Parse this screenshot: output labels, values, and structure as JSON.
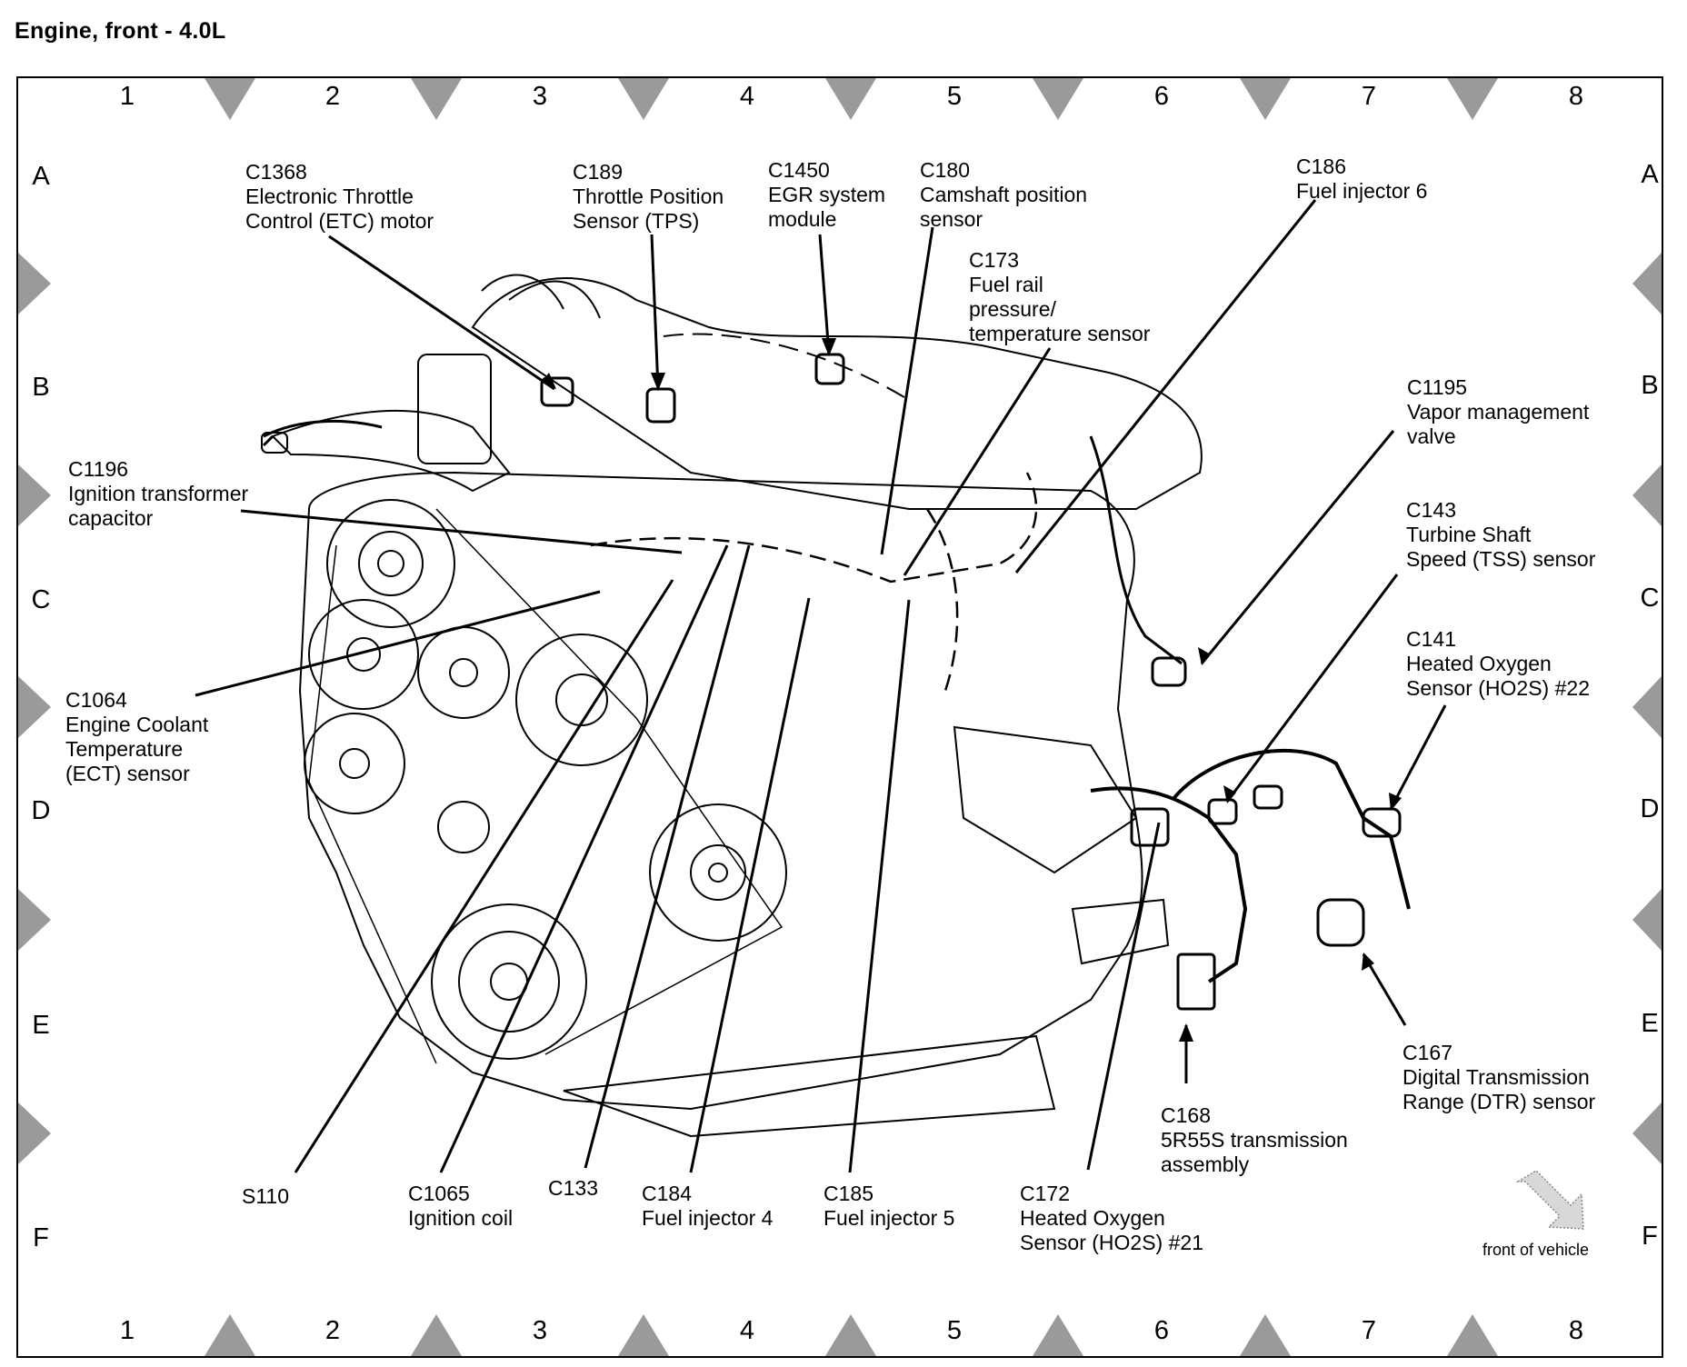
{
  "title": "Engine, front - 4.0L",
  "grid": {
    "columns": [
      "1",
      "2",
      "3",
      "4",
      "5",
      "6",
      "7",
      "8"
    ],
    "rows": [
      "A",
      "B",
      "C",
      "D",
      "E",
      "F"
    ]
  },
  "callouts": {
    "c1368": {
      "id": "C1368",
      "lines": [
        "Electronic Throttle",
        "Control (ETC) motor"
      ]
    },
    "c189": {
      "id": "C189",
      "lines": [
        "Throttle Position",
        "Sensor (TPS)"
      ]
    },
    "c1450": {
      "id": "C1450",
      "lines": [
        "EGR system",
        "module"
      ]
    },
    "c180": {
      "id": "C180",
      "lines": [
        "Camshaft position",
        "sensor"
      ]
    },
    "c173": {
      "id": "C173",
      "lines": [
        "Fuel rail",
        "pressure/",
        "temperature sensor"
      ]
    },
    "c186": {
      "id": "C186",
      "lines": [
        "Fuel injector 6"
      ]
    },
    "c1195": {
      "id": "C1195",
      "lines": [
        "Vapor management",
        "valve"
      ]
    },
    "c143": {
      "id": "C143",
      "lines": [
        "Turbine Shaft",
        "Speed (TSS) sensor"
      ]
    },
    "c141": {
      "id": "C141",
      "lines": [
        "Heated Oxygen",
        "Sensor (HO2S) #22"
      ]
    },
    "c1196": {
      "id": "C1196",
      "lines": [
        "Ignition transformer",
        "capacitor"
      ]
    },
    "c1064": {
      "id": "C1064",
      "lines": [
        "Engine Coolant",
        "Temperature",
        "(ECT) sensor"
      ]
    },
    "s110": {
      "id": "S110",
      "lines": []
    },
    "c1065": {
      "id": "C1065",
      "lines": [
        "Ignition coil"
      ]
    },
    "c133": {
      "id": "C133",
      "lines": []
    },
    "c184": {
      "id": "C184",
      "lines": [
        "Fuel injector 4"
      ]
    },
    "c185": {
      "id": "C185",
      "lines": [
        "Fuel injector 5"
      ]
    },
    "c172": {
      "id": "C172",
      "lines": [
        "Heated Oxygen",
        "Sensor (HO2S) #21"
      ]
    },
    "c168": {
      "id": "C168",
      "lines": [
        "5R55S transmission",
        "assembly"
      ]
    },
    "c167": {
      "id": "C167",
      "lines": [
        "Digital Transmission",
        "Range (DTR) sensor"
      ]
    }
  },
  "orientation": {
    "label": "front of vehicle",
    "icon": "arrow-down-left-icon"
  },
  "colors": {
    "ink": "#000000",
    "marker_fill": "#9a9a9a",
    "arrow_fill": "#d8d8d8",
    "background": "#ffffff"
  }
}
